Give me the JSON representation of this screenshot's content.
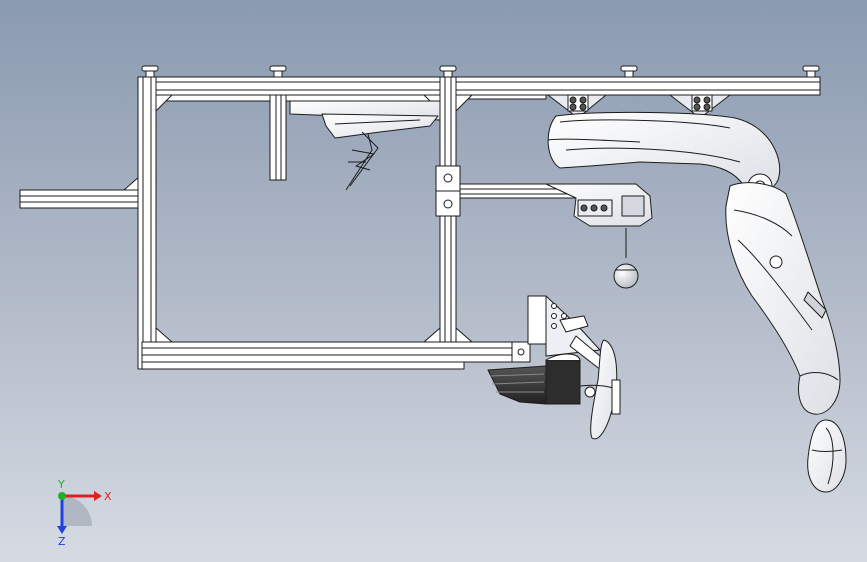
{
  "scene": {
    "background_top": "#8a9ab0",
    "background_bottom": "#d6dbe3",
    "model_fill": "#ffffff",
    "model_shade": "#d9dde3",
    "model_line": "#1c1c1c"
  },
  "triad": {
    "x_label": "X",
    "y_label": "Y",
    "z_label": "Z",
    "x_color": "#e02020",
    "y_color": "#20b020",
    "z_color": "#2040e0"
  }
}
